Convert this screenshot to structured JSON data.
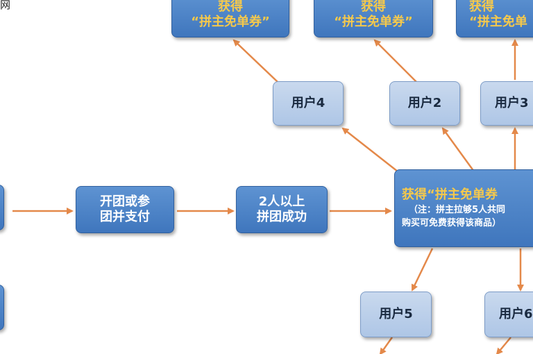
{
  "corner": {
    "text": "网"
  },
  "nodes": {
    "reward_left": {
      "line1": "获得",
      "line2": "“拼主免单券”"
    },
    "reward_mid": {
      "line1": "获得",
      "line2": "“拼主免单券”"
    },
    "reward_right": {
      "line1": "获得",
      "line2": "“拼主免单"
    },
    "user4": "用户4",
    "user2": "用户2",
    "user3": "用户3",
    "user5": "用户5",
    "user6": "用户6",
    "open_group": {
      "line1": "开团或参",
      "line2": "团并支付"
    },
    "success": {
      "line1": "2人以上",
      "line2": "拼团成功"
    },
    "center": {
      "title": "获得“拼主免单券",
      "note1": "（注：拼主拉够5人共同",
      "note2": "购买可免费获得该商品）"
    }
  },
  "colors": {
    "arrow": "#e4894a",
    "dark_box": "#4a82c6",
    "light_box": "#bcd0eb",
    "gold_text": "#f6c94b"
  }
}
